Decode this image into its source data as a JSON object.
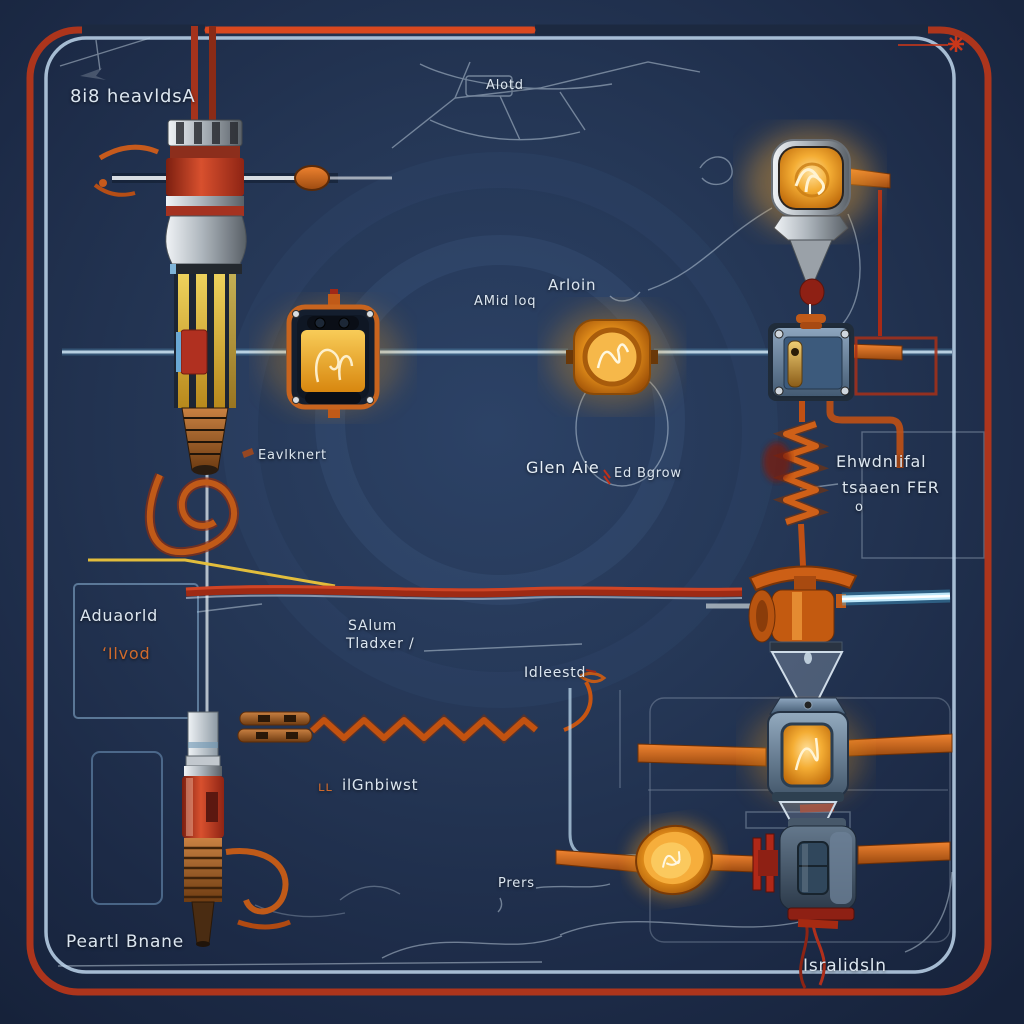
{
  "colors": {
    "background": "#1e2b47",
    "frame_blue": "#bcd4e8",
    "frame_red": "#bf3a1c",
    "wire_orange": "#cc5f1a",
    "wire_red": "#a82a16",
    "wire_yellow": "#e2bd3c",
    "wire_cyan": "#bfe8fa",
    "glow_amber": "#f2a72e",
    "steel_blue": "#5b7896",
    "chrome": "#c9ccd0",
    "copper": "#b5651d"
  },
  "components": {
    "ignition_coil_top_left": "spark-plug-coil",
    "indicator_lamp_module": "amber-lamp-module",
    "round_amber_lamp": "round-lamp",
    "relay_box": "blue-relay",
    "headlamp_bulb": "glowing-bulb",
    "valve_pump": "orange-valve",
    "coil_spring_wire": "orange-coil",
    "resistor_zigzag": "orange-zigzag",
    "canister_lamp": "blue-canister-lamp",
    "dish_lamp": "amber-dish-lamp",
    "solenoid_motor": "blue-solenoid",
    "spark_plug_bottom_left": "spark-plug"
  },
  "labels": {
    "top_left": {
      "text": "8i8 heavldsA"
    },
    "engine_sketch": {
      "text": "Alotd"
    },
    "arloin": {
      "text": "Arloin"
    },
    "amid": {
      "text": "AMid loq"
    },
    "eavlknert": {
      "text": "Eavlknert"
    },
    "glen": {
      "text": "Glen Aie"
    },
    "ed_bgrow": {
      "text": "Ed Bgrow"
    },
    "right_line1": {
      "text": "Ehwdnlifal"
    },
    "right_line2": {
      "text": "tsaaen FER"
    },
    "right_line3": {
      "text": "o"
    },
    "aduaorld": {
      "text": "Aduaorld"
    },
    "ilvod": {
      "text": "ʻIlvod"
    },
    "salum": {
      "text": "SAlum"
    },
    "tladxer": {
      "text": "Tladxer /"
    },
    "idleestd": {
      "text": "Idleestd"
    },
    "ilgnbiwst_prefix": {
      "text": "ʟʟ"
    },
    "ilgnbiwst": {
      "text": "ilGnbiwst"
    },
    "prers": {
      "text": "Prers"
    },
    "bottom_left": {
      "text": "Peartl Bnane"
    },
    "bottom_right": {
      "text": "Isralidsln"
    }
  }
}
